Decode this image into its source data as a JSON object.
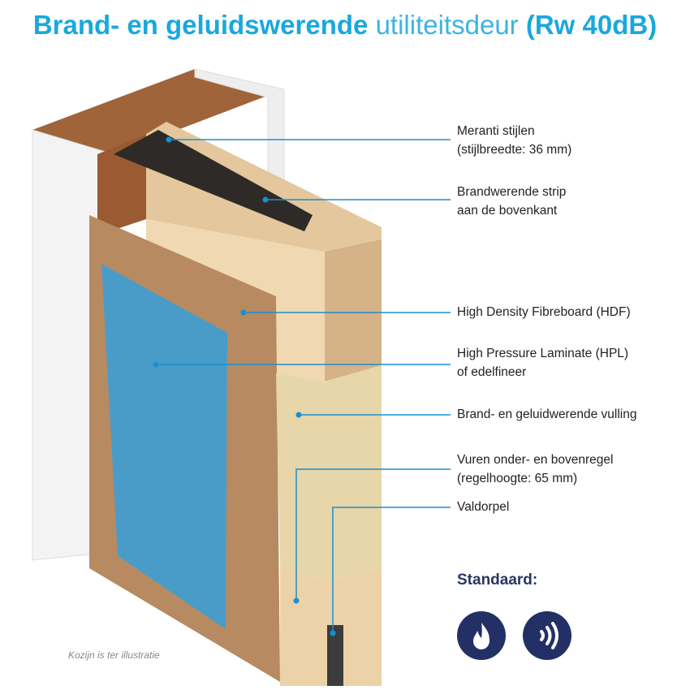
{
  "title": {
    "bold": "Brand- en geluidswerende",
    "light": "utiliteitsdeur",
    "suffix": "(Rw 40dB)"
  },
  "labels": [
    {
      "line1": "Meranti stijlen",
      "line2": "(stijlbreedte: 36 mm)"
    },
    {
      "line1": "Brandwerende strip",
      "line2": "aan de bovenkant"
    },
    {
      "line1": "High Density Fibreboard (HDF)"
    },
    {
      "line1": "High Pressure Laminate (HPL)",
      "line2": "of edelfineer"
    },
    {
      "line1": "Brand- en geluidwerende vulling"
    },
    {
      "line1": "Vuren onder- en bovenregel",
      "line2": "(regelhoogte: 65 mm)"
    },
    {
      "line1": "Valdorpel"
    }
  ],
  "standard": {
    "heading": "Standaard:",
    "icons": [
      "fire-icon",
      "sound-icon"
    ]
  },
  "note": "Kozijn is ter illustratie",
  "colors": {
    "title": "#1aa8dc",
    "callout": "#1a8fd0",
    "badge": "#223066",
    "hpl": "#4a9cc8"
  }
}
